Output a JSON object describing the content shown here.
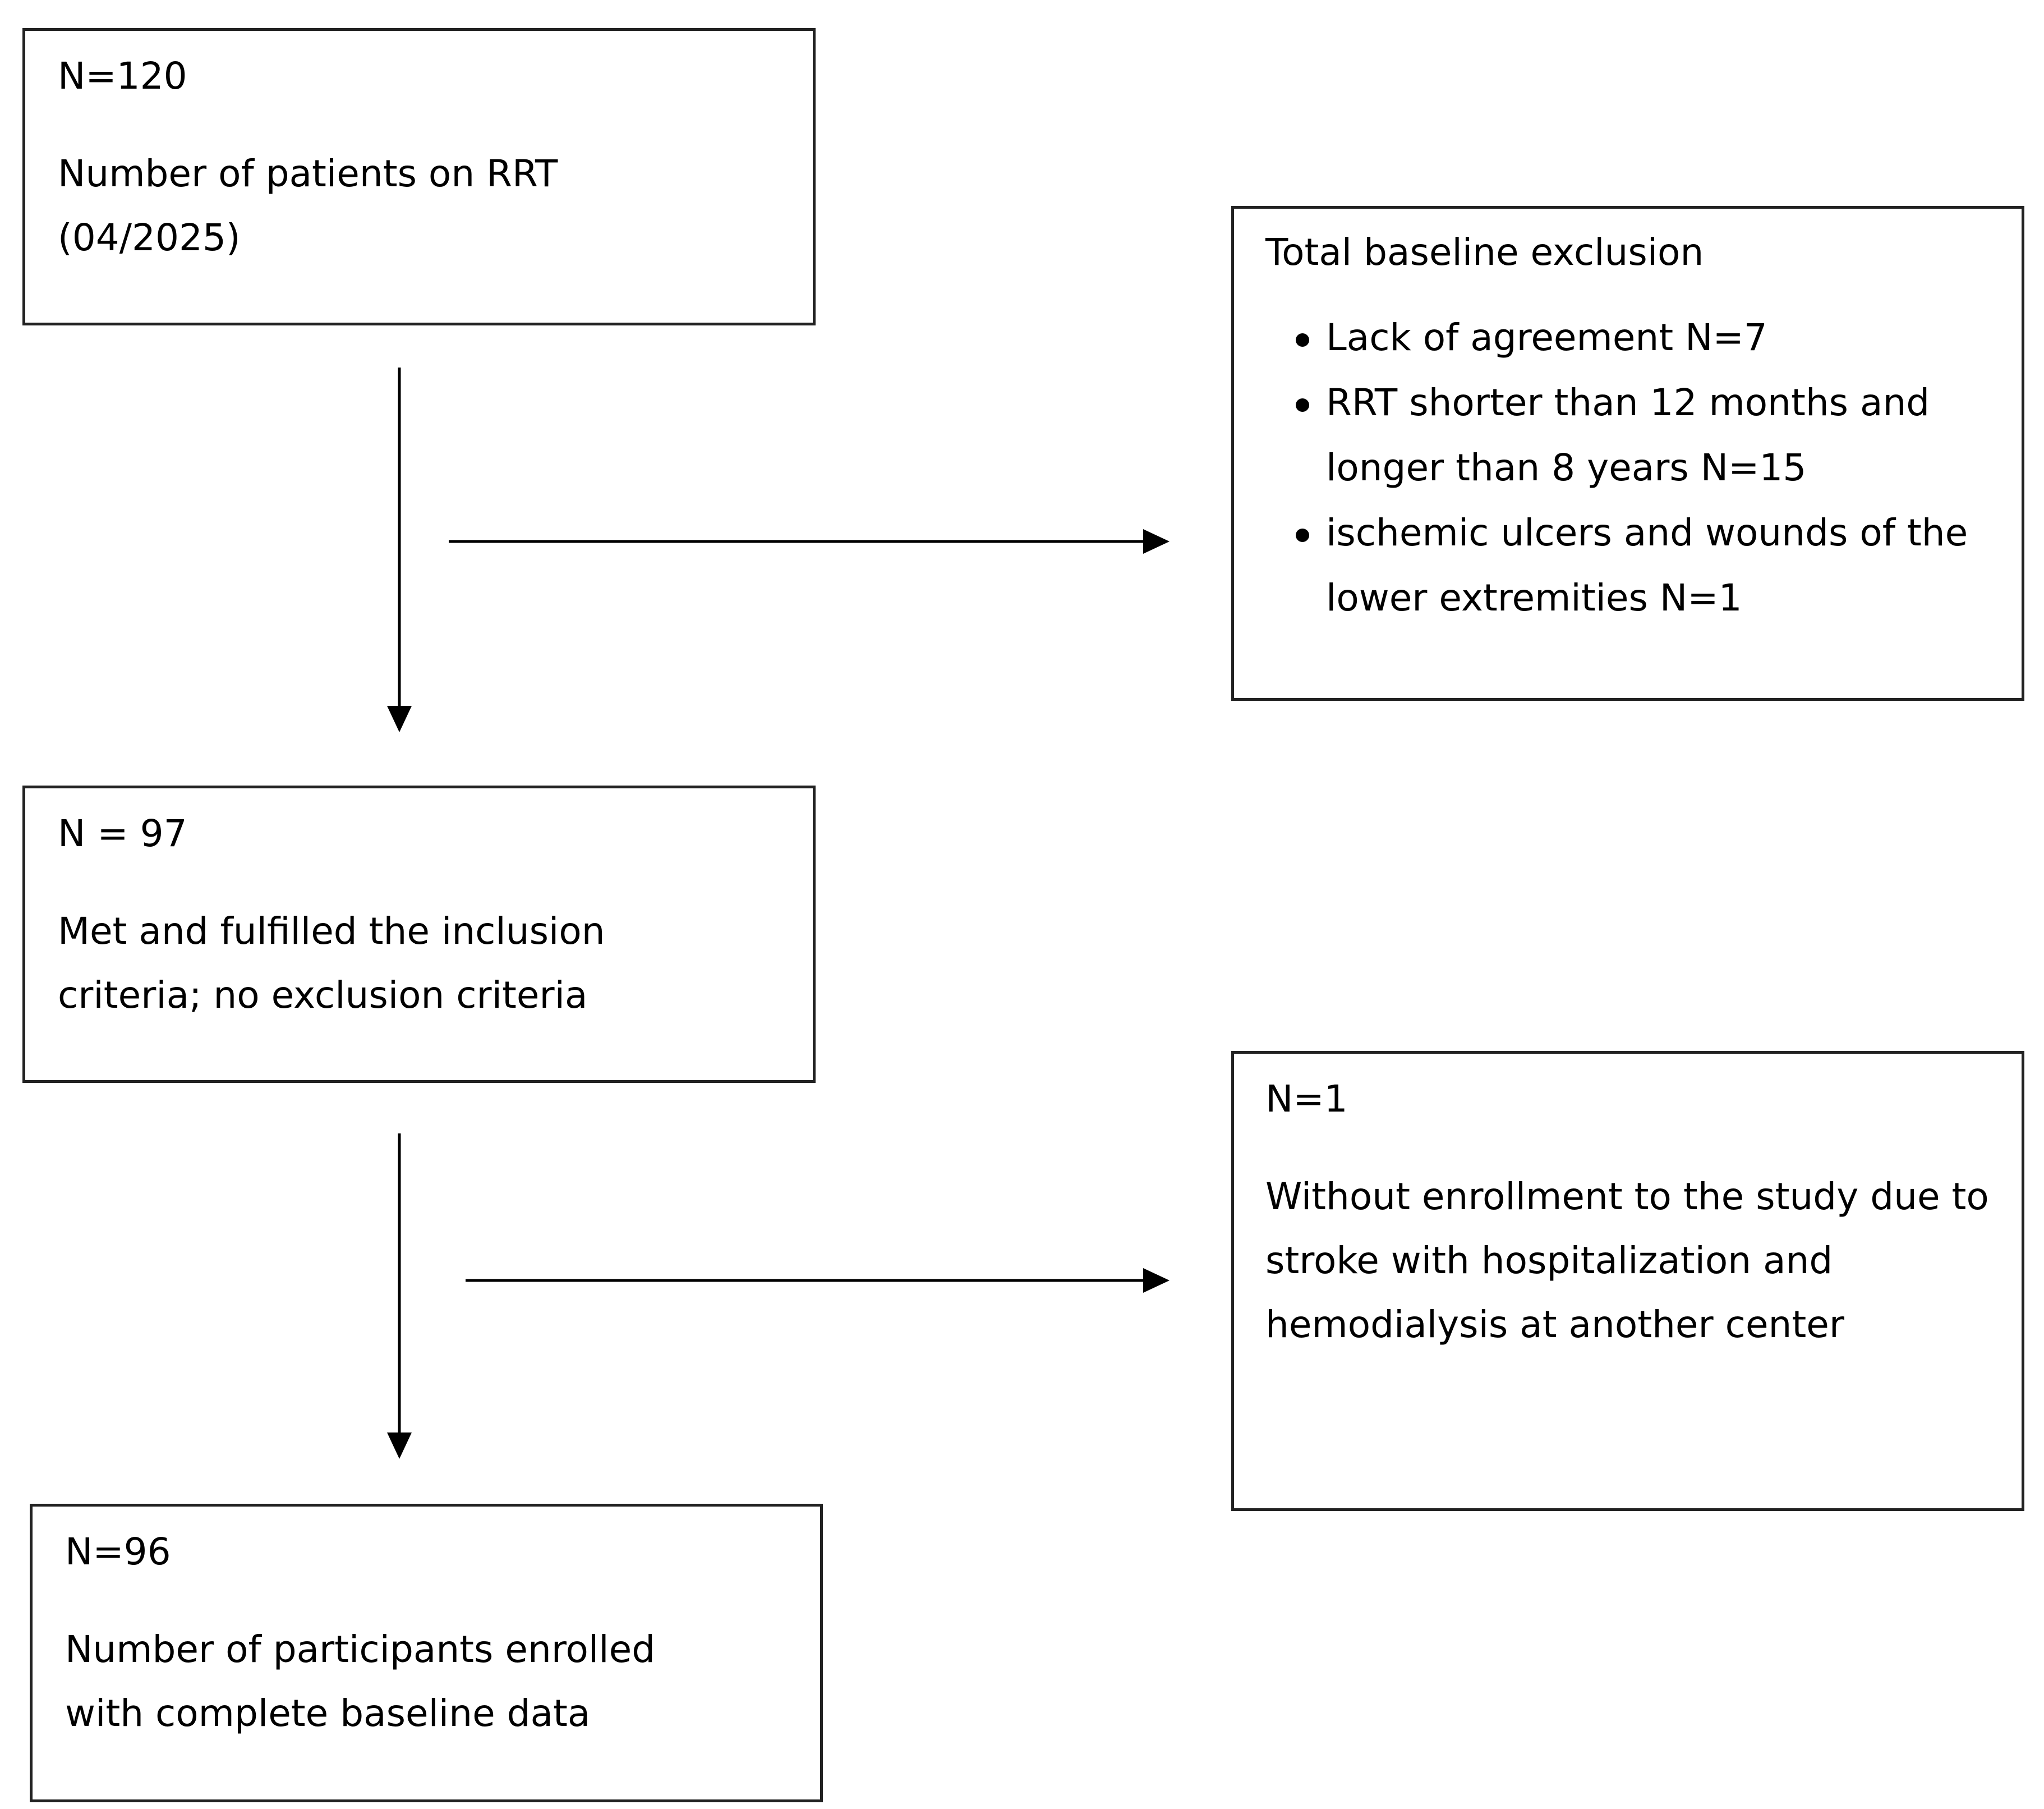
{
  "boxes": {
    "total": {
      "count": "N=120",
      "desc": "Number of patients on RRT (04/2025)"
    },
    "exclusion": {
      "title": "Total baseline exclusion",
      "items": [
        "Lack of agreement N=7",
        "RRT shorter than 12 months and longer than 8 years N=15",
        "ischemic ulcers and wounds of the lower extremities N=1"
      ]
    },
    "eligible": {
      "count": "N = 97",
      "desc": "Met and fulfilled the inclusion criteria; no exclusion criteria"
    },
    "withdrawn": {
      "count": "N=1",
      "desc": "Without enrollment to the study due to stroke with hospitalization and hemodialysis at another center"
    },
    "enrolled": {
      "count": "N=96",
      "desc": "Number of participants enrolled with complete baseline data"
    }
  }
}
